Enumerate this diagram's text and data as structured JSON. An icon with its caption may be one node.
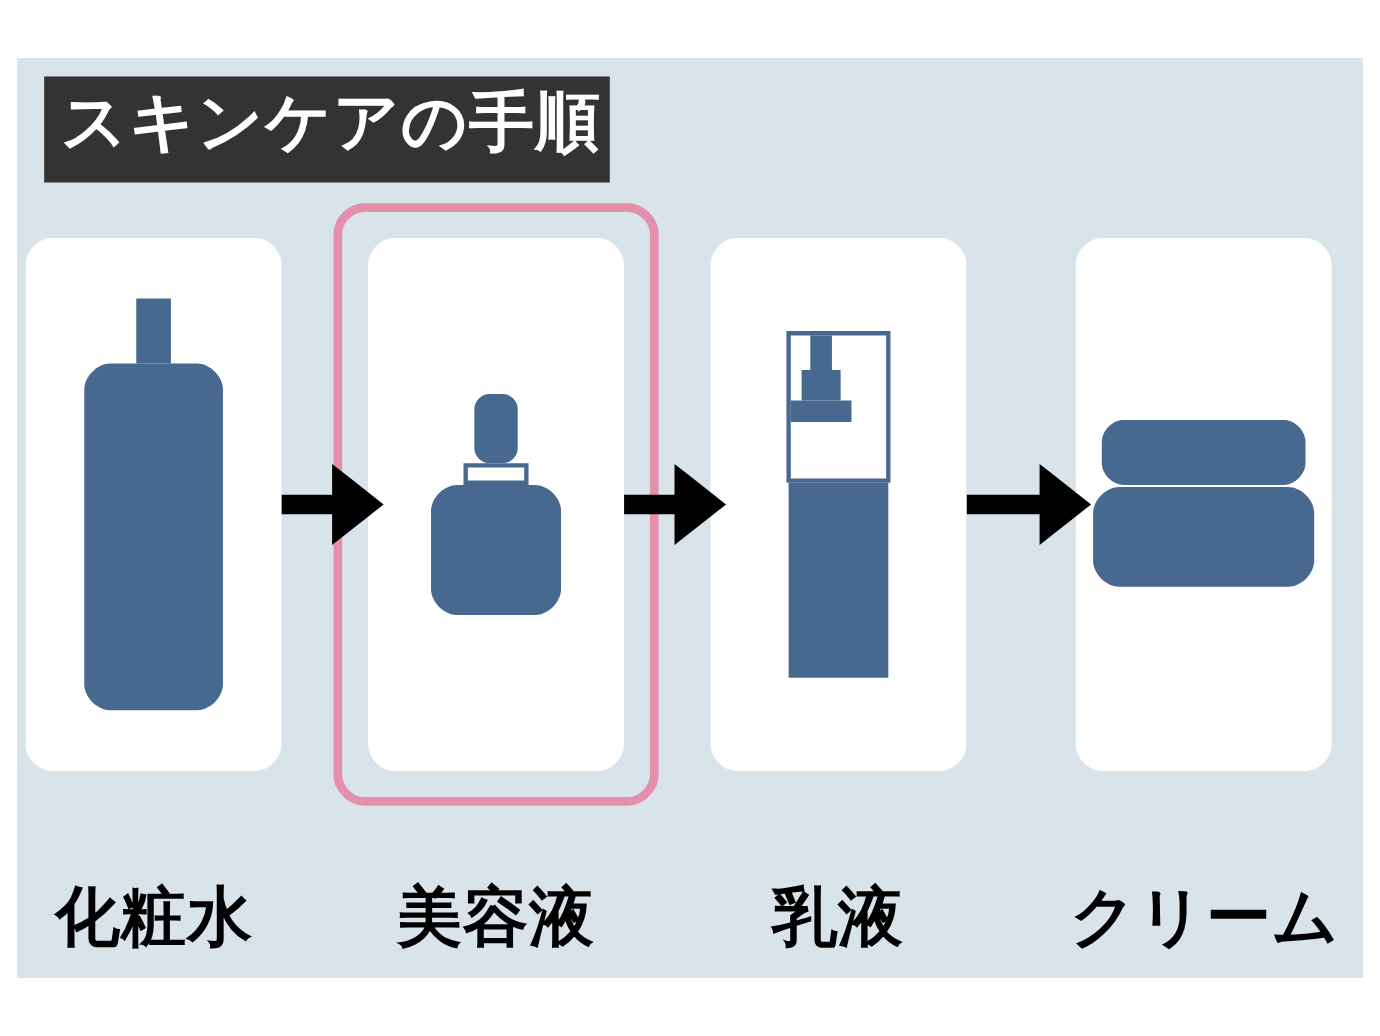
{
  "diagram": {
    "title": "スキンケアの手順",
    "nodes": [
      {
        "text": [],
        "shape": "picture",
        "beside": [
          "化粧水"
        ]
      },
      {
        "text": [],
        "shape": "box"
      },
      {
        "text": [],
        "shape": "picture",
        "beside": [
          "美容液"
        ],
        "in": 1
      },
      {
        "text": [],
        "shape": "picture",
        "beside": [
          "乳液"
        ]
      },
      {
        "text": [],
        "shape": "picture",
        "beside": [
          "クリーム"
        ]
      }
    ],
    "edges": [
      {
        "from": 0,
        "to": 2,
        "arrow": "to"
      },
      {
        "from": 2,
        "to": 3,
        "arrow": "to"
      },
      {
        "from": 3,
        "to": 4,
        "arrow": "to"
      }
    ]
  }
}
